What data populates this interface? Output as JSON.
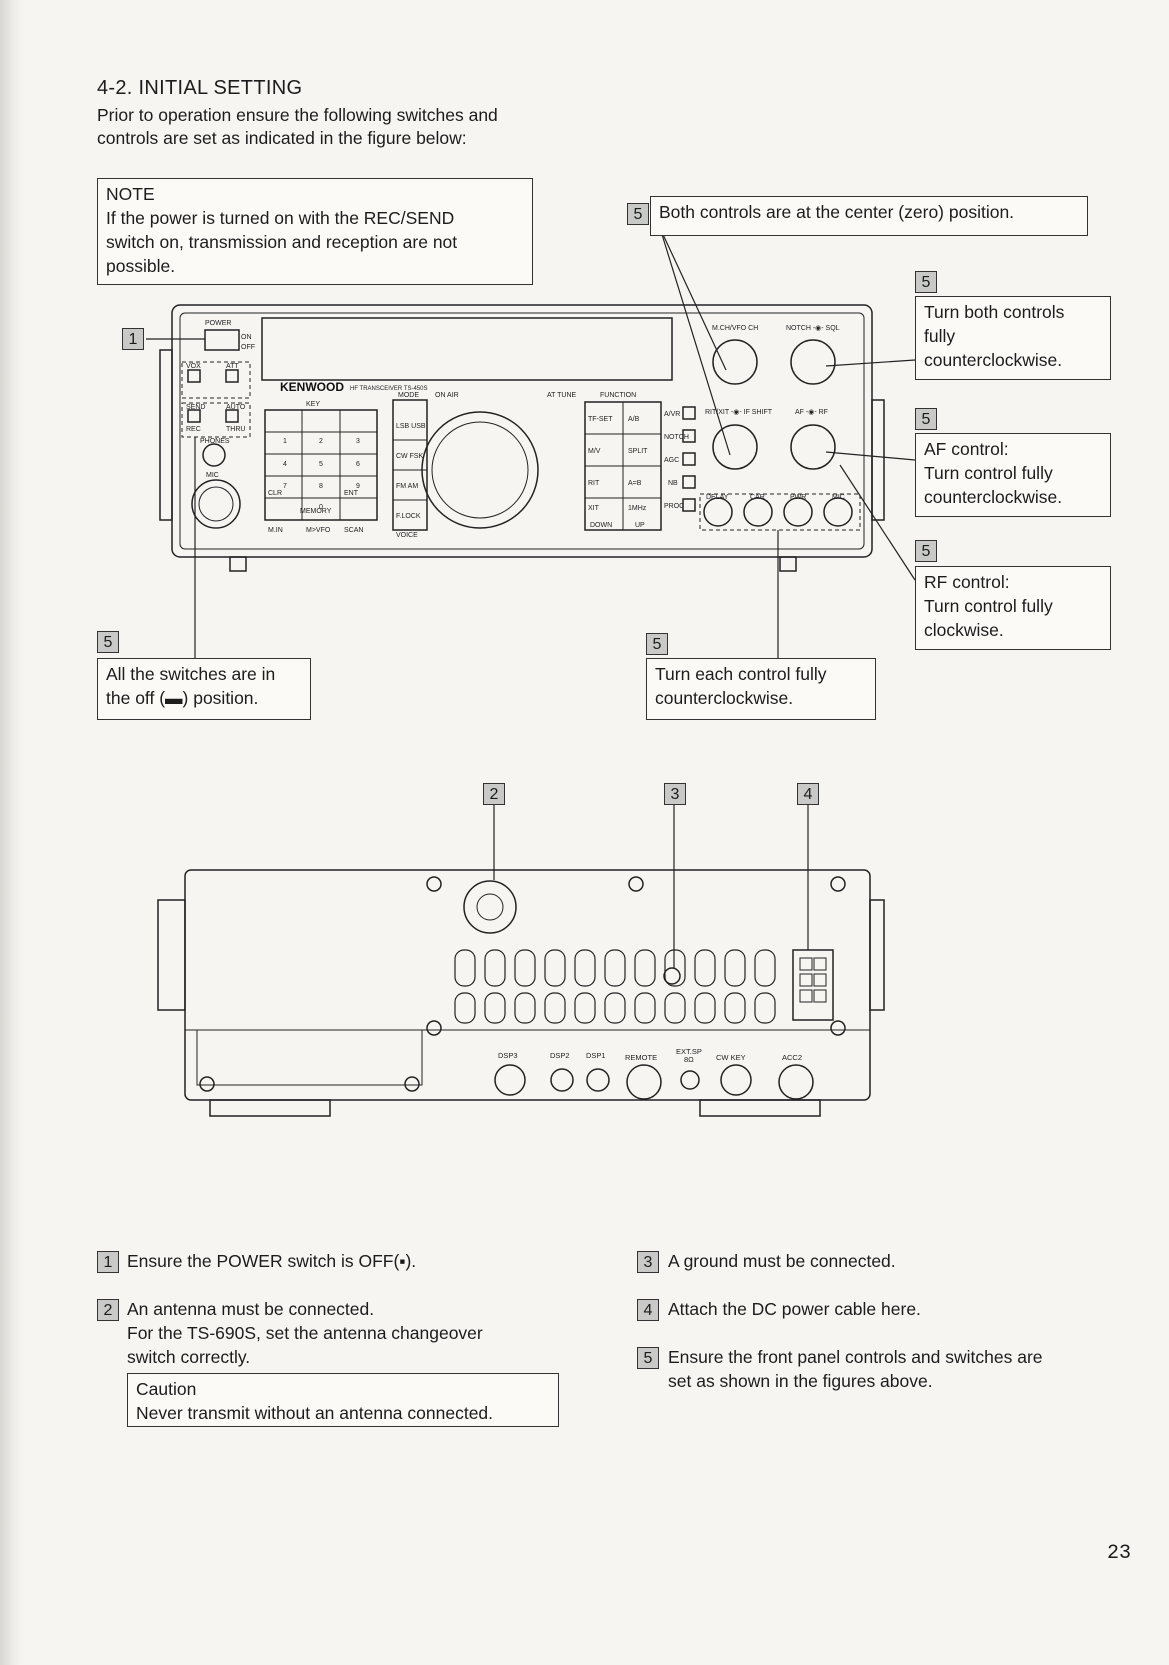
{
  "section": {
    "title": "4-2.  INITIAL SETTING",
    "intro_line1": "Prior to operation ensure the following switches and",
    "intro_line2": "controls are set as indicated in the figure below:"
  },
  "note": {
    "heading": "NOTE",
    "line1": "If the power is turned on with the REC/SEND",
    "line2": "switch on, transmission and reception are not",
    "line3": "possible."
  },
  "callouts": {
    "center_zero": "Both controls are at the center (zero) position.",
    "ccw_both_line1": "Turn both controls",
    "ccw_both_line2": "fully",
    "ccw_both_line3": "counterclockwise.",
    "af_line1": "AF control:",
    "af_line2": "Turn control fully",
    "af_line3": "counterclockwise.",
    "rf_line1": "RF control:",
    "rf_line2": "Turn control fully",
    "rf_line3": "clockwise.",
    "switches_off_line1": "All the switches are in",
    "switches_off_line2": "the off (▬) position.",
    "each_ccw_line1": "Turn each control fully",
    "each_ccw_line2": "counterclockwise."
  },
  "badges": {
    "one": "1",
    "two": "2",
    "three": "3",
    "four": "4",
    "five": "5"
  },
  "front_panel": {
    "brand": "KENWOOD",
    "model": "HF TRANSCEIVER TS-450S",
    "power": "POWER",
    "on": "ON",
    "off": "OFF",
    "vox": "VOX",
    "att": "ATT",
    "send": "SEND",
    "auto": "AUTO",
    "rec": "REC",
    "thru": "THRU",
    "phones": "PHONES",
    "mic": "MIC",
    "key": "KEY",
    "mode": "MODE",
    "on_air": "ON AIR",
    "at_tune": "AT TUNE",
    "function": "FUNCTION",
    "lsb_usb": "LSB USB",
    "cw_fsk": "CW FSK",
    "fm_am": "FM AM",
    "f_lock": "F.LOCK",
    "voice": "VOICE",
    "tf_set": "TF-SET",
    "a_b": "A/B",
    "m_v": "M/V",
    "split": "SPLIT",
    "rit": "RIT",
    "a_eq_b": "A=B",
    "xit": "XIT",
    "one_mhz": "1MHz",
    "down": "DOWN",
    "up": "UP",
    "memory": "MEMORY",
    "clr": "CLR",
    "ent": "ENT",
    "min": "M.IN",
    "mvfo": "M>VFO",
    "scan": "SCAN",
    "mch_vfo": "M.CH/VFO CH",
    "notch_sql": "NOTCH -◉- SQL",
    "rit_shift": "RIT/XIT -◉- IF SHIFT",
    "af_rf": "AF -◉- RF",
    "delay": "DELAY",
    "car": "CAR",
    "pwr": "PWR",
    "mic_knob": "MIC",
    "agc": "AGC",
    "nb": "NB",
    "notch_btn": "NOTCH",
    "proc": "PROC",
    "avr": "A/VR",
    "keypad": [
      "1",
      "2",
      "3",
      "4",
      "5",
      "6",
      "7",
      "8",
      "9",
      "0"
    ]
  },
  "rear_panel": {
    "dsp3": "DSP3",
    "dsp2": "DSP2",
    "dsp1": "DSP1",
    "remote": "REMOTE",
    "ext_sp": "EXT.SP",
    "ext_sp_sub": "8Ω",
    "cw_key": "CW KEY",
    "acc2": "ACC2"
  },
  "legend": {
    "item1": "Ensure the POWER switch is OFF(▪).",
    "item2_line1": "An antenna must be connected.",
    "item2_line2": "For the TS-690S, set the antenna changeover",
    "item2_line3": "switch correctly.",
    "caution_heading": "Caution",
    "caution_text": "Never transmit without an antenna connected.",
    "item3": "A ground must be connected.",
    "item4": "Attach the DC power cable here.",
    "item5_line1": "Ensure the front panel controls and switches are",
    "item5_line2": "set as shown in the figures above."
  },
  "page_number": "23"
}
